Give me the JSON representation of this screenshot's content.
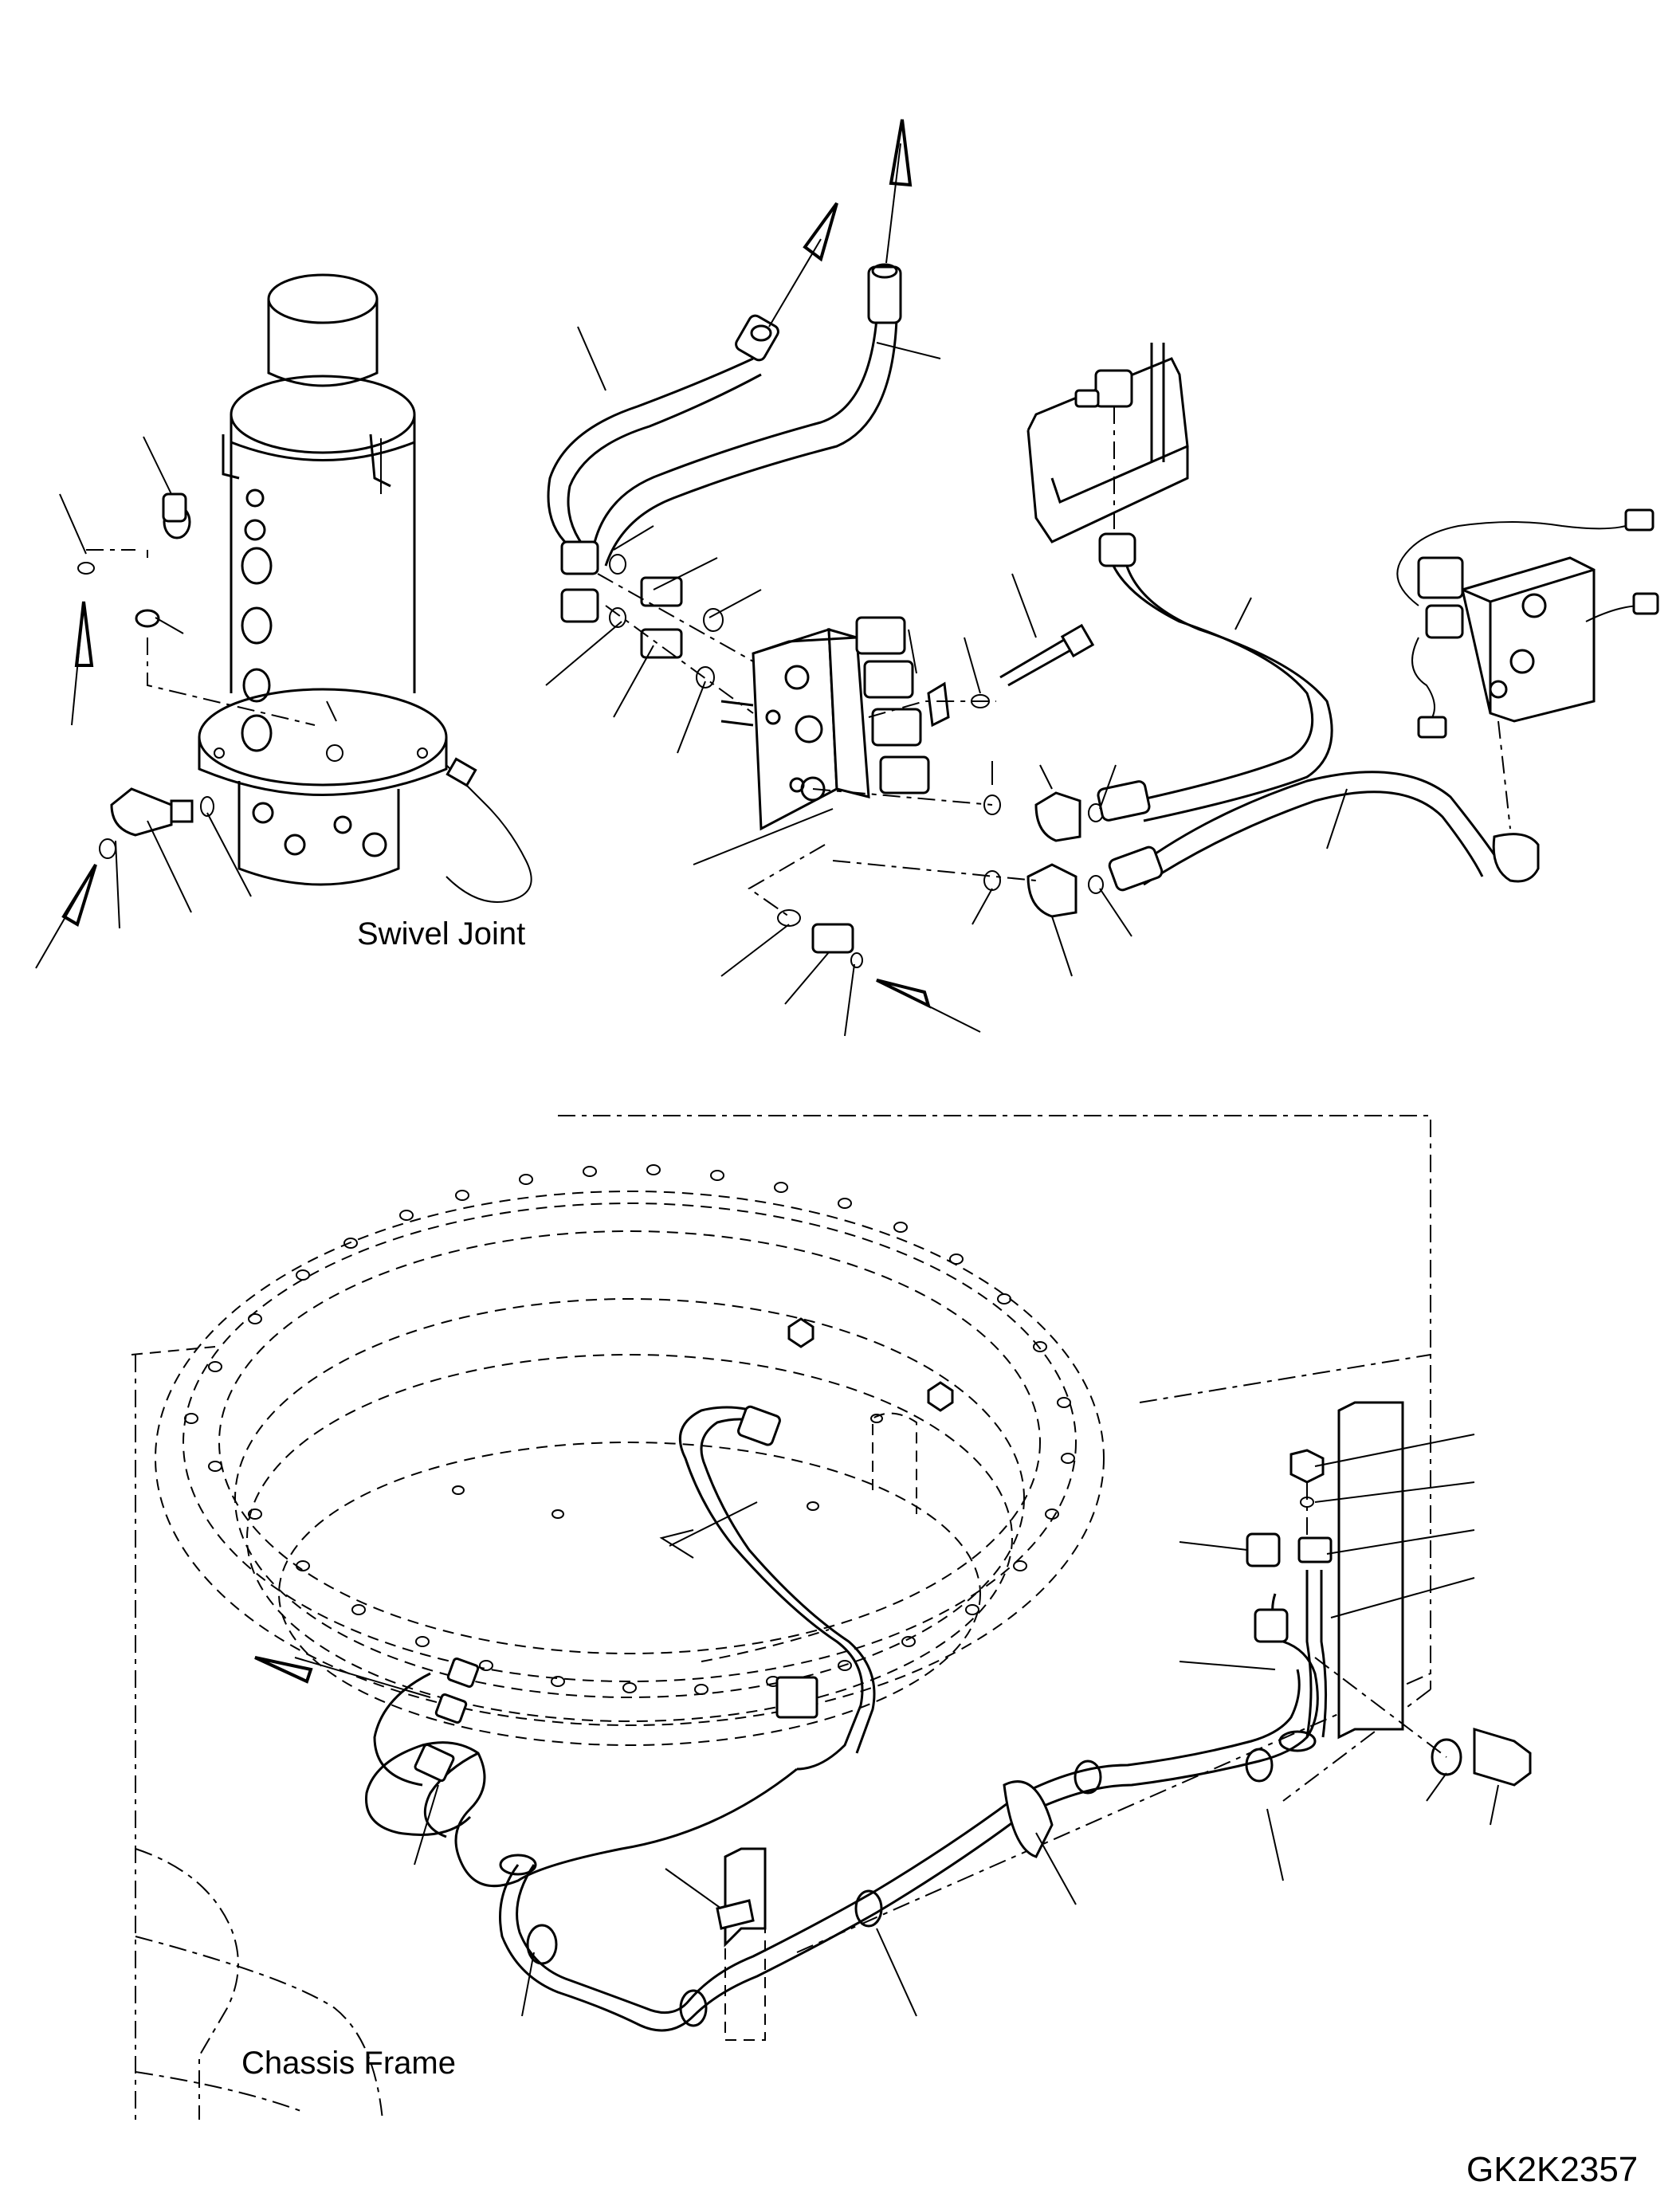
{
  "labels": {
    "swivel_joint": "Swivel Joint",
    "chassis_frame": "Chassis Frame",
    "drawing_code": "GK2K2357"
  }
}
